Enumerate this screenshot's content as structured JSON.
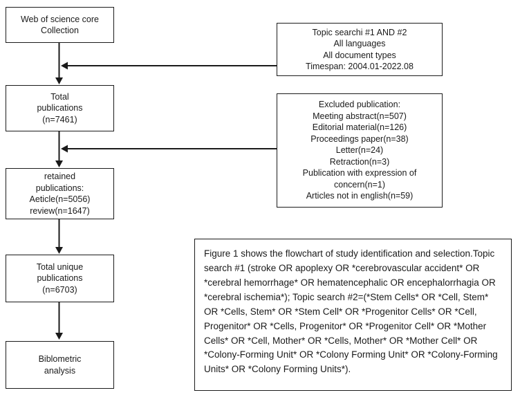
{
  "colors": {
    "border": "#1a1a1a",
    "background": "#ffffff",
    "text": "#1a1a1a"
  },
  "flowchart": {
    "boxes": [
      {
        "id": "source",
        "lines": [
          "Web of science core",
          "Collection"
        ]
      },
      {
        "id": "total",
        "lines": [
          "Total",
          "publications",
          "(n=7461)"
        ]
      },
      {
        "id": "retained",
        "lines": [
          "retained",
          "publications:",
          "Aeticle(n=5056)",
          "review(n=1647)"
        ]
      },
      {
        "id": "unique",
        "lines": [
          "Total unique",
          "publications",
          "(n=6703)"
        ]
      },
      {
        "id": "analysis",
        "lines": [
          "Biblometric",
          "analysis"
        ]
      }
    ],
    "side_boxes": [
      {
        "id": "topic",
        "lines": [
          "Topic searchi #1 AND #2",
          "All languages",
          "All document types",
          "Timespan: 2004.01-2022.08"
        ]
      },
      {
        "id": "excluded",
        "lines": [
          "Excluded publication:",
          "Meeting abstract(n=507)",
          "Editorial material(n=126)",
          "Proceedings paper(n=38)",
          "Letter(n=24)",
          "Retraction(n=3)",
          "Publication with expression of",
          "concern(n=1)",
          "Articles not in english(n=59)"
        ]
      }
    ],
    "caption": "Figure 1 shows the flowchart of study identification and selection.Topic search #1  (stroke OR apoplexy OR *cerebrovascular accident* OR *cerebral hemorrhage* OR hematencephalic OR encephalorrhagia OR *cerebral ischemia*);  Topic search #2=(*Stem Cells* OR *Cell, Stem* OR *Cells, Stem* OR *Stem Cell* OR *Progenitor Cells* OR *Cell, Progenitor* OR *Cells, Progenitor* OR *Progenitor Cell* OR *Mother Cells* OR *Cell, Mother* OR *Cells, Mother* OR *Mother Cell* OR *Colony-Forming Unit* OR *Colony Forming Unit* OR *Colony-Forming Units* OR *Colony Forming Units*)."
  }
}
